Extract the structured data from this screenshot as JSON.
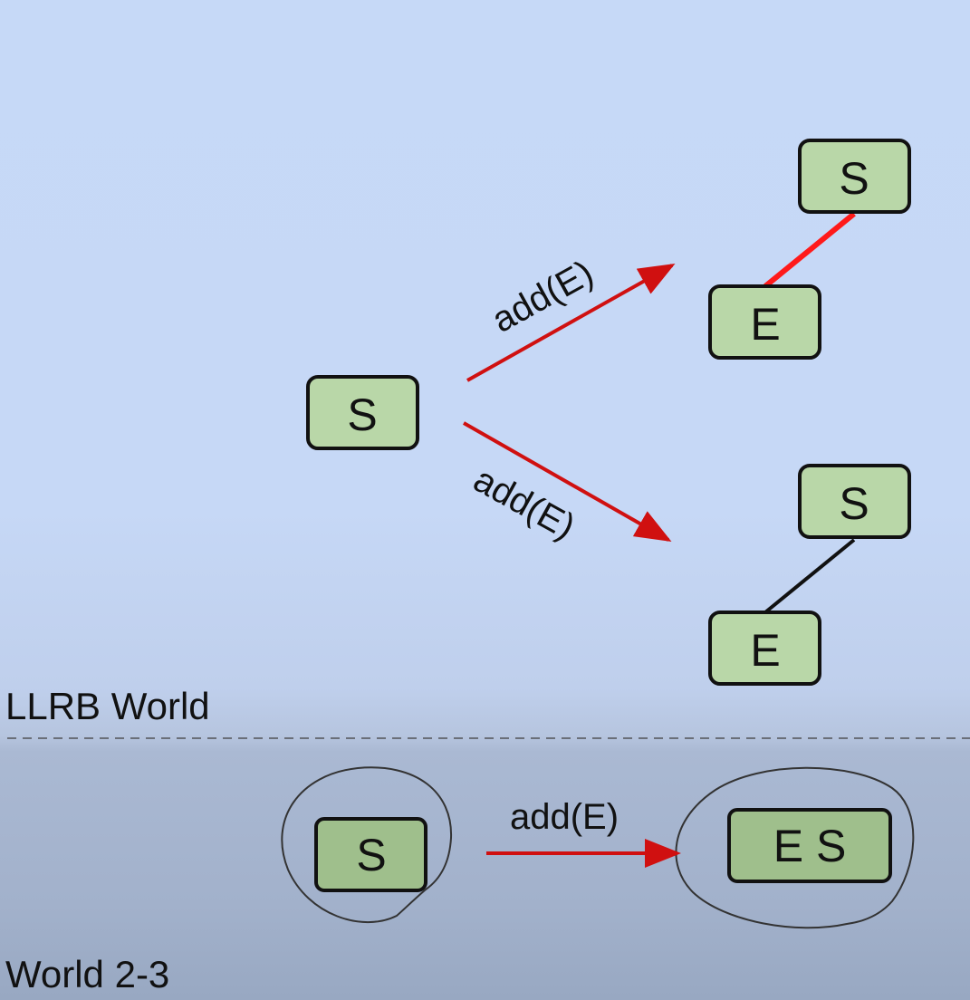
{
  "llrb": {
    "root": "S",
    "edge_label_upper": "add(E)",
    "edge_label_lower": "add(E)",
    "upper_result": {
      "parent": "S",
      "child": "E",
      "link_color": "#ff1a1a"
    },
    "lower_result": {
      "parent": "S",
      "child": "E",
      "link_color": "#111111"
    }
  },
  "two_three": {
    "before": "S",
    "edge_label": "add(E)",
    "after": "E S"
  },
  "labels": {
    "llrb_world": "LLRB World",
    "world_23": "World 2-3"
  },
  "colors": {
    "node_fill_llrb": "#b9d7a8",
    "node_fill_23": "#9fbf8c",
    "arrow": "#d01010"
  }
}
